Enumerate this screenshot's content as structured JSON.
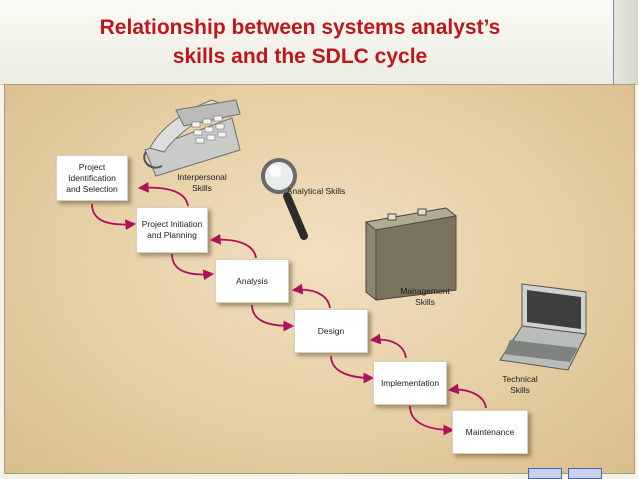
{
  "slide": {
    "title_line1": "Relationship between systems analyst’s",
    "title_line2": "skills and the SDLC cycle"
  },
  "diagram": {
    "steps": [
      "Project Identification and Selection",
      "Project Initiation and Planning",
      "Analysis",
      "Design",
      "Implementation",
      "Maintenance"
    ],
    "skills": [
      {
        "label": "Interpersonal Skills",
        "icon": "telephone-icon"
      },
      {
        "label": "Analytical Skills",
        "icon": "magnifying-glass-icon"
      },
      {
        "label": "Management Skills",
        "icon": "briefcase-icon"
      },
      {
        "label": "Technical Skills",
        "icon": "laptop-icon"
      }
    ],
    "arrow_color": "#b0115b"
  }
}
